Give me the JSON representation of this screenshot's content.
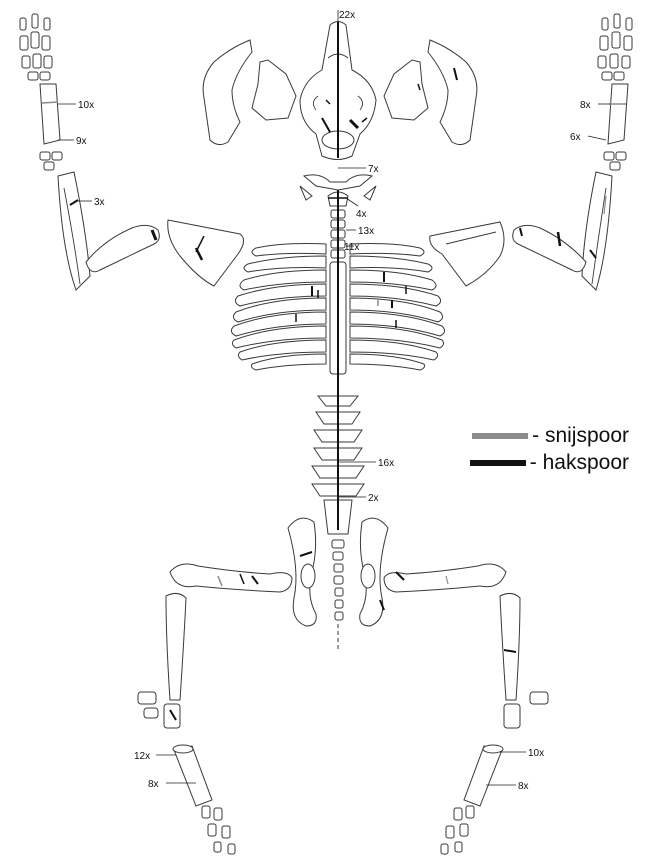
{
  "legend": {
    "cut": {
      "label": "- snijspoor",
      "color": "#8c8c8c"
    },
    "chop": {
      "label": "- hakspoor",
      "color": "#111111"
    }
  },
  "counts": {
    "skull": "22x",
    "mandible_left": "10x",
    "mandible_mid_left": "9x",
    "scapula_left": "3x",
    "forefoot_right_upper": "8x",
    "forefoot_right_lower": "6x",
    "atlas": "7x",
    "axis": "4x",
    "cervical": "13x",
    "thoracic": "11x",
    "lumbar": "16x",
    "sacrum": "2x",
    "metatarsal_left_upper": "12x",
    "metatarsal_left_lower": "8x",
    "metatarsal_right_upper": "10x",
    "metatarsal_right_lower": "8x"
  }
}
